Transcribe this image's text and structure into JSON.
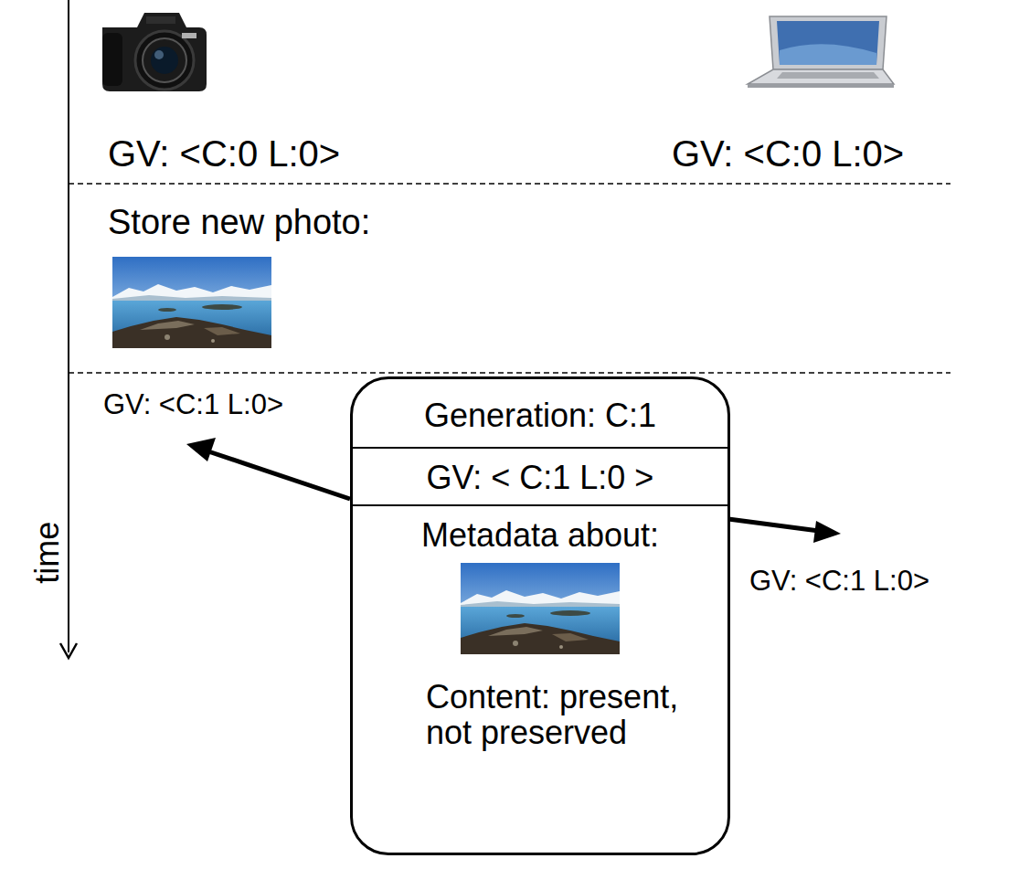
{
  "diagram": {
    "nodes": [
      {
        "text": [
          "Generation: C:1",
          "GV: < C:1 L:0 >",
          "Metadata about:",
          "Content: present, not preserved"
        ]
      }
    ],
    "labels": [
      "GV: <C:0 L:0>",
      "GV: <C:0 L:0>",
      "Store new photo:",
      "GV: <C:1 L:0>",
      "GV: <C:1 L:0>",
      "time"
    ]
  }
}
